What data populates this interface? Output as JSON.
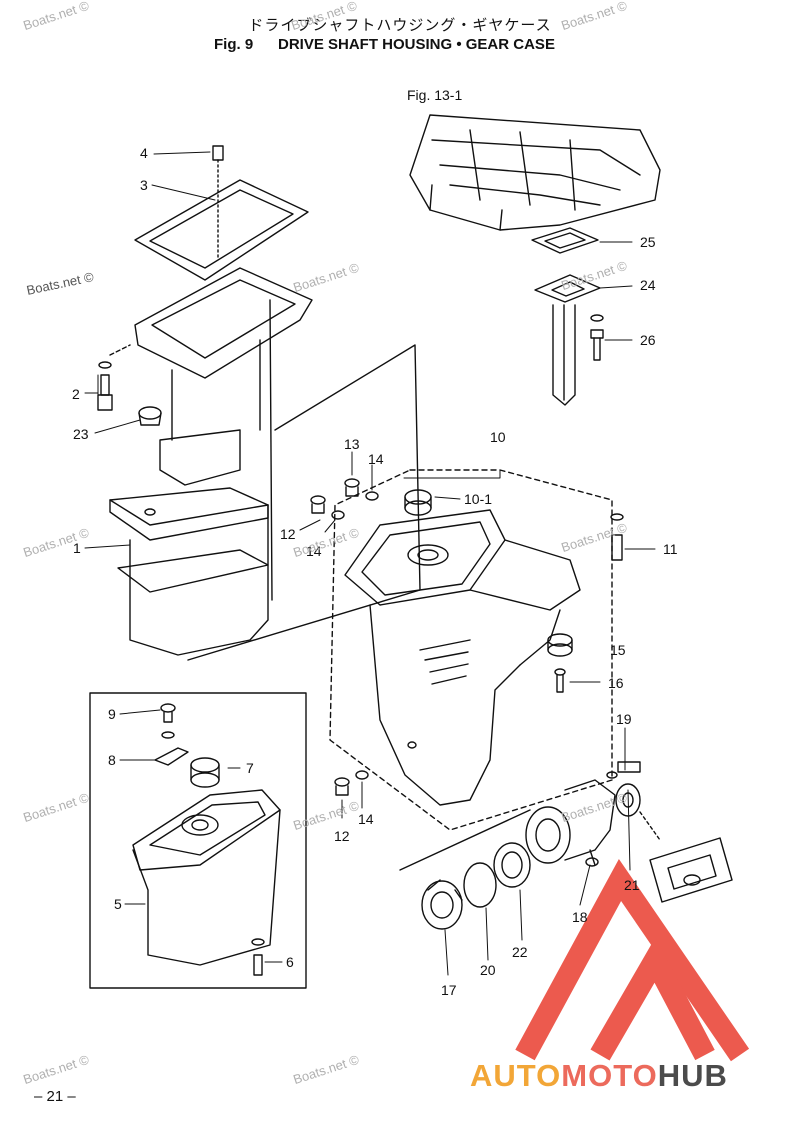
{
  "header": {
    "title_jp": "ドライブシャフトハウジング・ギヤケース",
    "figure_number": "Fig. 9",
    "title_en": "DRIVE SHAFT HOUSING • GEAR CASE"
  },
  "reference_figure": "Fig. 13-1",
  "callouts": {
    "c1": "1",
    "c2": "2",
    "c3": "3",
    "c4": "4",
    "c5": "5",
    "c6": "6",
    "c7": "7",
    "c8": "8",
    "c9": "9",
    "c10": "10",
    "c10_1": "10-1",
    "c11": "11",
    "c12a": "12",
    "c12b": "12",
    "c13": "13",
    "c14a": "14",
    "c14b": "14",
    "c14c": "14",
    "c15": "15",
    "c16": "16",
    "c17": "17",
    "c18": "18",
    "c19": "19",
    "c20": "20",
    "c21": "21",
    "c22": "22",
    "c23": "23",
    "c24": "24",
    "c25": "25",
    "c26": "26"
  },
  "watermark": "Boats.net ©",
  "page_number": "– 21 –",
  "logo": {
    "part1": "AUTO",
    "part2": "MOTO",
    "part3": "HUB"
  },
  "colors": {
    "logo_red": "#ec5a4e",
    "logo_orange": "#f2a637",
    "logo_gray": "#4b4b4b",
    "watermark": "#b0b0b0"
  }
}
